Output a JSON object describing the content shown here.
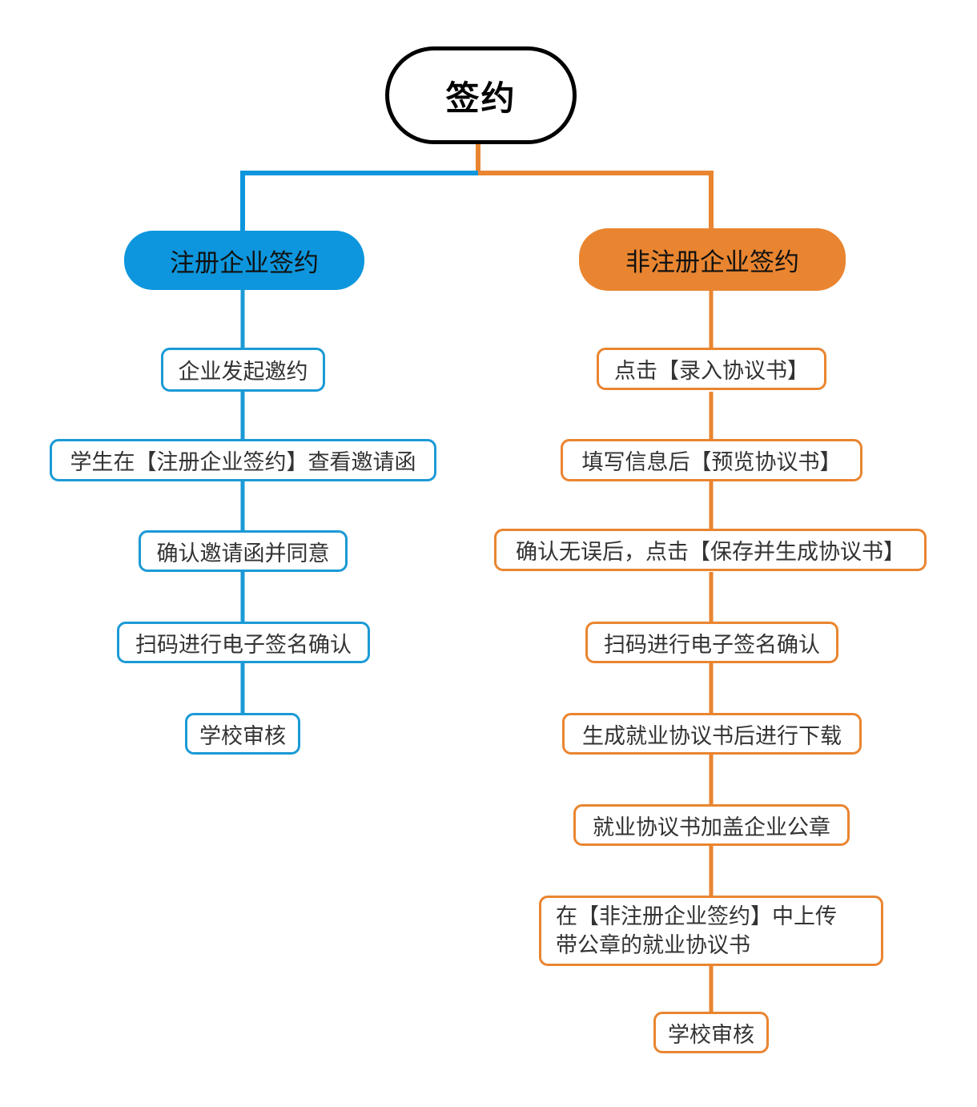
{
  "diagram": {
    "title": "签约",
    "colors": {
      "blue": "#0d96dd",
      "blue_stroke": "#1b9ad6",
      "orange": "#e98530",
      "root_stroke": "#000000",
      "text": "#333333",
      "background": "#ffffff"
    },
    "root": {
      "label": "签约",
      "shape": "stadium"
    },
    "branches": [
      {
        "id": "registered",
        "color": "blue",
        "header": "注册企业签约",
        "steps": [
          "企业发起邀约",
          "学生在【注册企业签约】查看邀请函",
          "确认邀请函并同意",
          "扫码进行电子签名确认",
          "学校审核"
        ]
      },
      {
        "id": "unregistered",
        "color": "orange",
        "header": "非注册企业签约",
        "steps": [
          "点击【录入协议书】",
          "填写信息后【预览协议书】",
          "确认无误后，点击【保存并生成协议书】",
          "扫码进行电子签名确认",
          "生成就业协议书后进行下载",
          "就业协议书加盖企业公章",
          "在【非注册企业签约】中上传\n带公章的就业协议书",
          "学校审核"
        ]
      }
    ]
  }
}
